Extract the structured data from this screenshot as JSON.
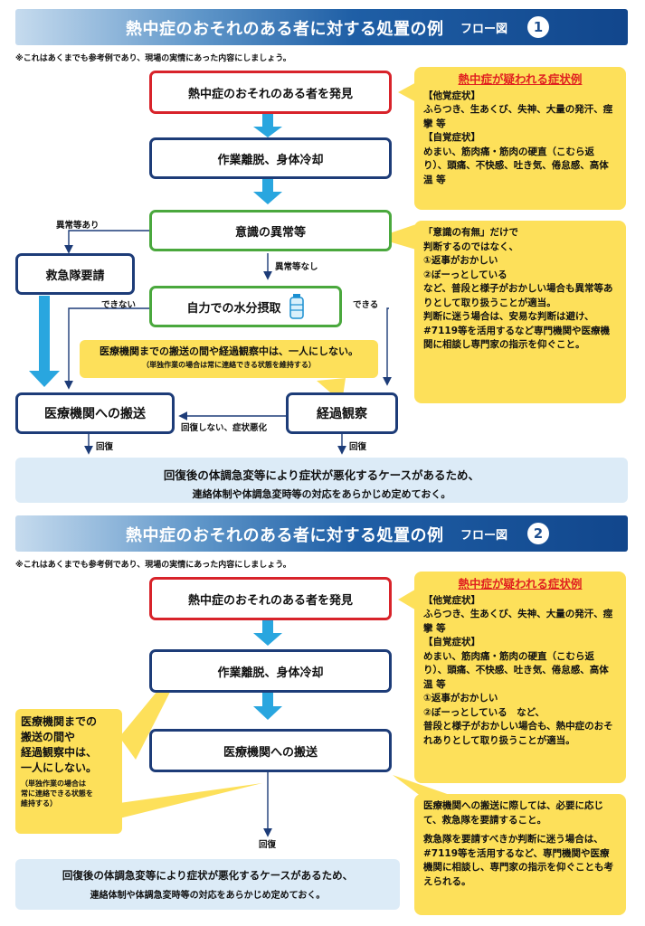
{
  "flow1": {
    "title": "熱中症のおそれのある者に対する処置の例",
    "flow_label": "フロー図",
    "flow_number": "1",
    "note": "※これはあくまでも参考例であり、現場の実情にあった内容にしましょう。",
    "box_discover": "熱中症のおそれのある者を発見",
    "box_stop_cool": "作業離脱、身体冷却",
    "box_consciousness": "意識の異常等",
    "box_ambulance": "救急隊要請",
    "box_water": "自力での水分摂取",
    "box_hospital": "医療機関への搬送",
    "box_observe": "経過観察",
    "label_abnormal_yes": "異常等あり",
    "label_abnormal_no": "異常等なし",
    "label_cannot": "できない",
    "label_can": "できる",
    "label_not_recovered": "回復しない、症状悪化",
    "label_recover_left": "回復",
    "label_recover_right": "回復",
    "callout_alone": "医療機関までの搬送の間や経過観察中は、一人にしない。",
    "callout_alone_sub": "（単独作業の場合は常に連絡できる状態を維持する）",
    "symptoms_title": "熱中症が疑われる症状例",
    "symptoms_subjective_other_h": "【他覚症状】",
    "symptoms_subjective_other": "ふらつき、生あくび、失神、大量の発汗、痙攣 等",
    "symptoms_self_h": "【自覚症状】",
    "symptoms_self": "めまい、筋肉痛・筋肉の硬直（こむら返り）、頭痛、不快感、吐き気、倦怠感、高体温 等",
    "judge_l1": "「意識の有無」だけで",
    "judge_l2": "判断するのではなく、",
    "judge_l3": "①返事がおかしい",
    "judge_l4": "②ぼーっとしている",
    "judge_l5": "など、普段と様子がおかしい場合も異常等ありとして取り扱うことが適当。",
    "judge_l6": "判断に迷う場合は、安易な判断は避け、#7119等を活用するなど専門機関や医療機関に相談し専門家の指示を仰ぐこと。",
    "bottom_l1": "回復後の体調急変等により症状が悪化するケースがあるため、",
    "bottom_l2": "連絡体制や体調急変時等の対応をあらかじめ定めておく。"
  },
  "flow2": {
    "title": "熱中症のおそれのある者に対する処置の例",
    "flow_label": "フロー図",
    "flow_number": "2",
    "note": "※これはあくまでも参考例であり、現場の実情にあった内容にしましょう。",
    "box_discover": "熱中症のおそれのある者を発見",
    "box_stop_cool": "作業離脱、身体冷却",
    "box_hospital": "医療機関への搬送",
    "label_recover": "回復",
    "left_callout_l1": "医療機関までの",
    "left_callout_l2": "搬送の間や",
    "left_callout_l3": "経過観察中は、",
    "left_callout_l4": "一人にしない。",
    "left_callout_sub1": "（単独作業の場合は",
    "left_callout_sub2": "常に連絡できる状態を",
    "left_callout_sub3": "維持する）",
    "symptoms_title": "熱中症が疑われる症状例",
    "symptoms_other_h": "【他覚症状】",
    "symptoms_other": "ふらつき、生あくび、失神、大量の発汗、痙攣 等",
    "symptoms_self_h": "【自覚症状】",
    "symptoms_self": "めまい、筋肉痛・筋肉の硬直（こむら返り）、頭痛、不快感、吐き気、倦怠感、高体温 等",
    "symptoms_l1": "①返事がおかしい",
    "symptoms_l2": "②ぼーっとしている　など、",
    "symptoms_l3": "普段と様子がおかしい場合も、熱中症のおそれありとして取り扱うことが適当。",
    "ambulance_l1": "医療機関への搬送に際しては、必要に応じて、救急隊を要請すること。",
    "ambulance_l2": "救急隊を要請すべきか判断に迷う場合は、#7119等を活用するなど、専門機関や医療機関に相談し、専門家の指示を仰ぐことも考えられる。",
    "bottom_l1": "回復後の体調急変等により症状が悪化するケースがあるため、",
    "bottom_l2": "連絡体制や体調急変時等の対応をあらかじめ定めておく。"
  },
  "icons": {
    "water_bottle": "water-bottle-icon"
  }
}
